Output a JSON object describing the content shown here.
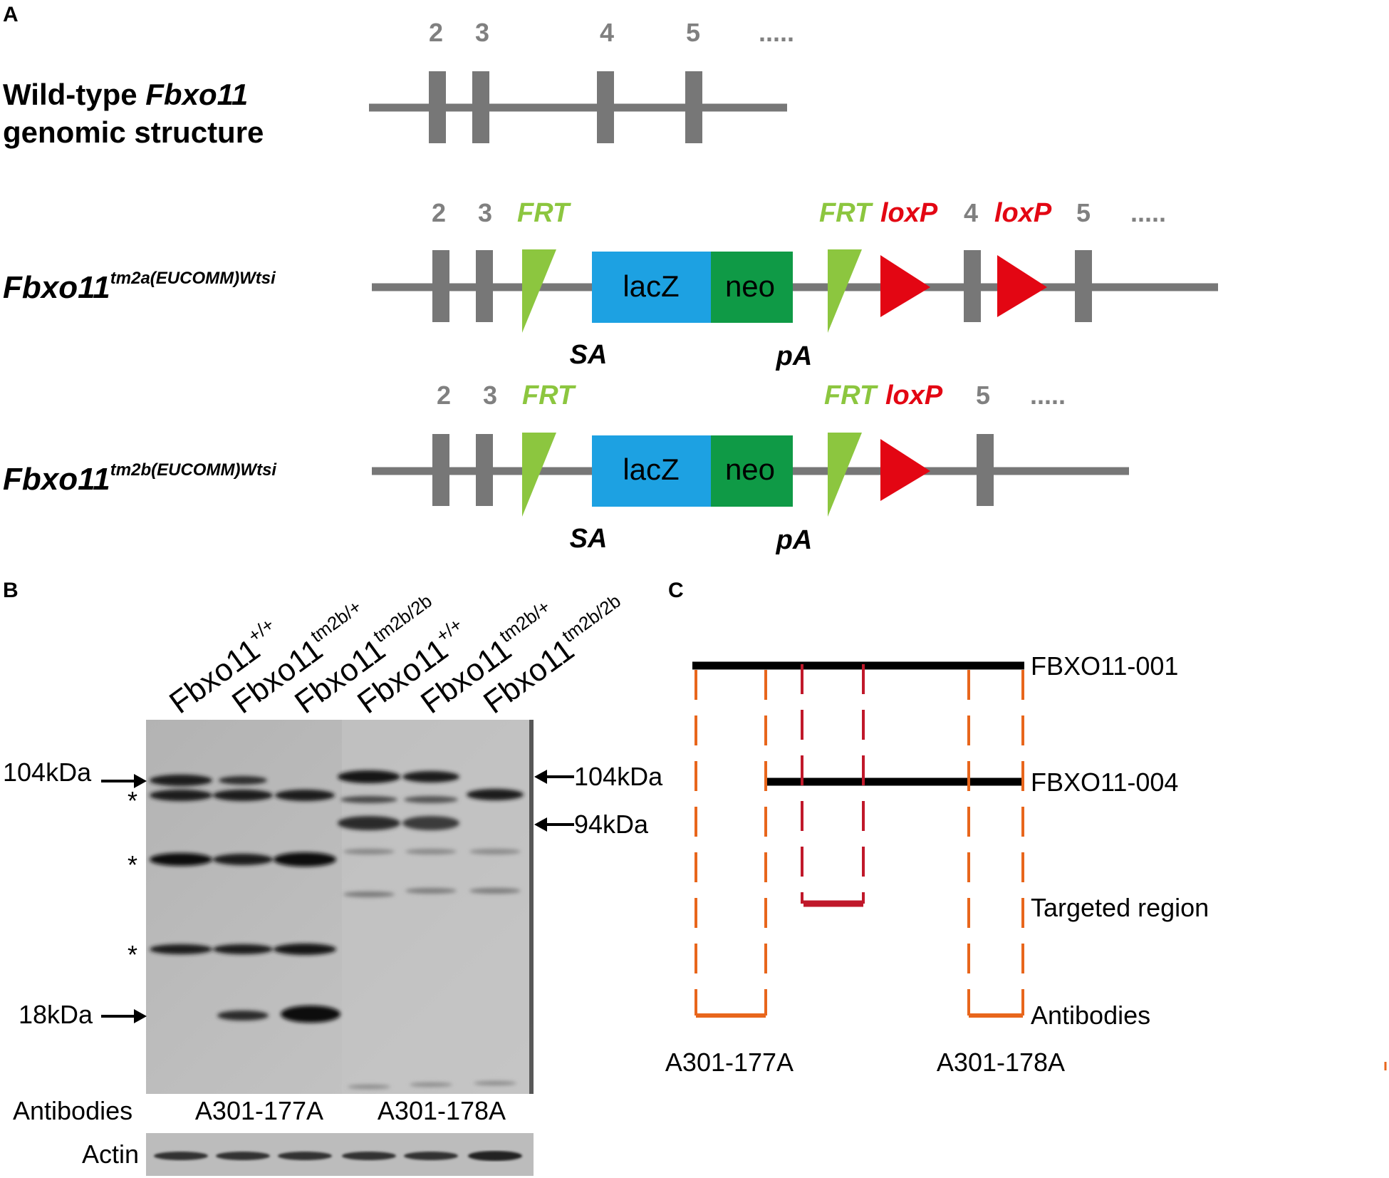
{
  "panel_a": {
    "letter": "A",
    "rows": [
      {
        "label_line1_normal": "Wild-type ",
        "label_line1_italic": "Fbxo11",
        "label_line2": "genomic structure",
        "exon_numbers": [
          "2",
          "3",
          "4",
          "5",
          "....."
        ]
      },
      {
        "label_base": "Fbxo11",
        "label_sup": "tm2a(EUCOMM)Wtsi",
        "exon_numbers": [
          "2",
          "3",
          "4",
          "5",
          "....."
        ],
        "frt_1": "FRT",
        "frt_2": "FRT",
        "loxp_1": "loxP",
        "loxp_2": "loxP",
        "lacz": "lacZ",
        "neo": "neo",
        "sa": "SA",
        "pa": "pA"
      },
      {
        "label_base": "Fbxo11",
        "label_sup": "tm2b(EUCOMM)Wtsi",
        "exon_numbers": [
          "2",
          "3",
          "5",
          "....."
        ],
        "frt_1": "FRT",
        "frt_2": "FRT",
        "loxp_1": "loxP",
        "lacz": "lacZ",
        "neo": "neo",
        "sa": "SA",
        "pa": "pA"
      }
    ],
    "colors": {
      "backbone": "#777777",
      "exon": "#777777",
      "frt": "#8cc63f",
      "loxp": "#e30613",
      "lacz": "#1da1e2",
      "neo": "#0f9a46"
    }
  },
  "panel_b": {
    "letter": "B",
    "lanes": [
      {
        "base": "Fbxo11",
        "sup": "+/+"
      },
      {
        "base": "Fbxo11",
        "sup": "tm2b/+"
      },
      {
        "base": "Fbxo11",
        "sup": "tm2b/2b"
      },
      {
        "base": "Fbxo11",
        "sup": "+/+"
      },
      {
        "base": "Fbxo11",
        "sup": "tm2b/+"
      },
      {
        "base": "Fbxo11",
        "sup": "tm2b/2b"
      }
    ],
    "left_markers": [
      "104kDa",
      "18kDa"
    ],
    "right_markers": [
      "104kDa",
      "94kDa"
    ],
    "asterisks": [
      "*",
      "*",
      "*"
    ],
    "antibodies_label": "Antibodies",
    "antibody_1": "A301-177A",
    "antibody_2": "A301-178A",
    "actin_label": "Actin"
  },
  "panel_c": {
    "letter": "C",
    "labels": {
      "isoform_1": "FBXO11-001",
      "isoform_2": "FBXO11-004",
      "targeted": "Targeted region",
      "antibodies": "Antibodies",
      "antibody_1": "A301-177A",
      "antibody_2": "A301-178A"
    },
    "colors": {
      "isoform": "#000000",
      "antibody": "#e8661c",
      "targeted": "#c0182a"
    }
  }
}
